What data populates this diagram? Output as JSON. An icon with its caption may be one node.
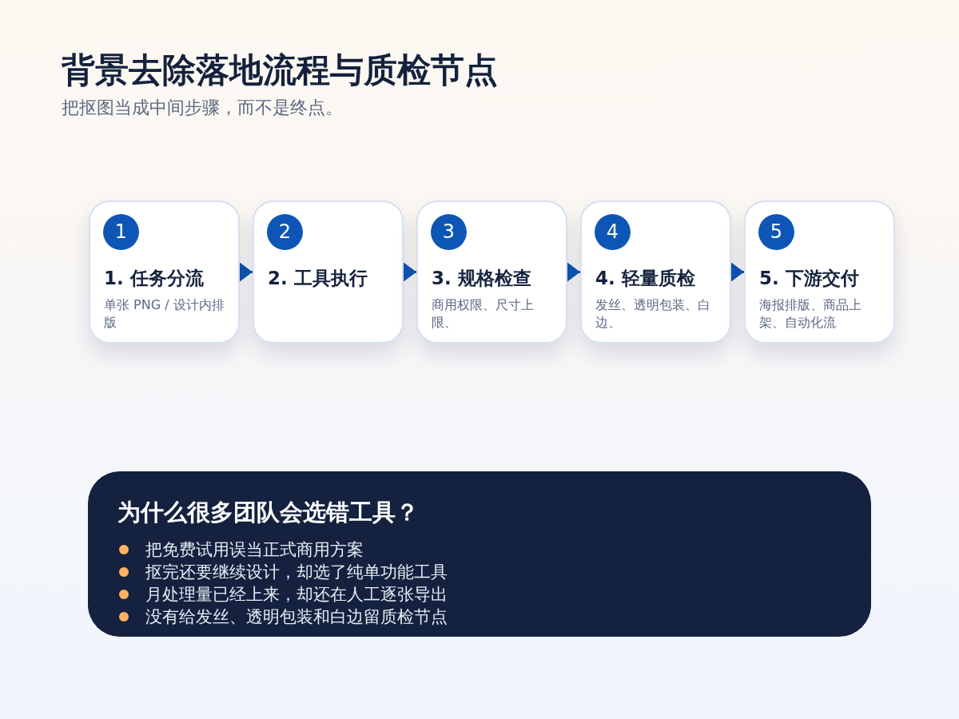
{
  "diagram": {
    "title": "背景去除落地流程与质检节点",
    "nodes": [
      {
        "text": [
          "1. 任务分流",
          "单张 PNG / 设计内排版"
        ]
      },
      {
        "text": [
          "1"
        ],
        "in": 0
      },
      {
        "text": [
          "2. 工具执行"
        ]
      },
      {
        "text": [
          "2"
        ],
        "in": 2
      },
      {
        "text": [
          "3. 规格检查",
          "商用权限、尺寸上限、"
        ]
      },
      {
        "text": [
          "3"
        ],
        "in": 4
      },
      {
        "text": [
          "4. 轻量质检",
          "发丝、透明包装、白边、"
        ]
      },
      {
        "text": [
          "4"
        ],
        "in": 6
      },
      {
        "text": [
          "5. 下游交付",
          "海报排版、商品上架、自动化流"
        ]
      },
      {
        "text": [
          "5"
        ],
        "in": 8
      },
      {
        "text": [
          "为什么很多团队会选错工具？",
          "把免费试用误当正式商用方案",
          "抠完还要继续设计，却选了纯单功能工具",
          "月处理量已经上来，却还在人工逐张导出",
          "没有给发丝、透明包装和白边留质检节点"
        ]
      }
    ],
    "edges": [
      {
        "from": 0,
        "to": 2,
        "arrow": "to"
      },
      {
        "from": 2,
        "to": 4,
        "arrow": "to"
      },
      {
        "from": 4,
        "to": 6,
        "arrow": "to"
      },
      {
        "from": 6,
        "to": 8,
        "arrow": "to"
      }
    ],
    "labels": [
      "把抠图当成中间步骤，而不是终点。"
    ]
  }
}
